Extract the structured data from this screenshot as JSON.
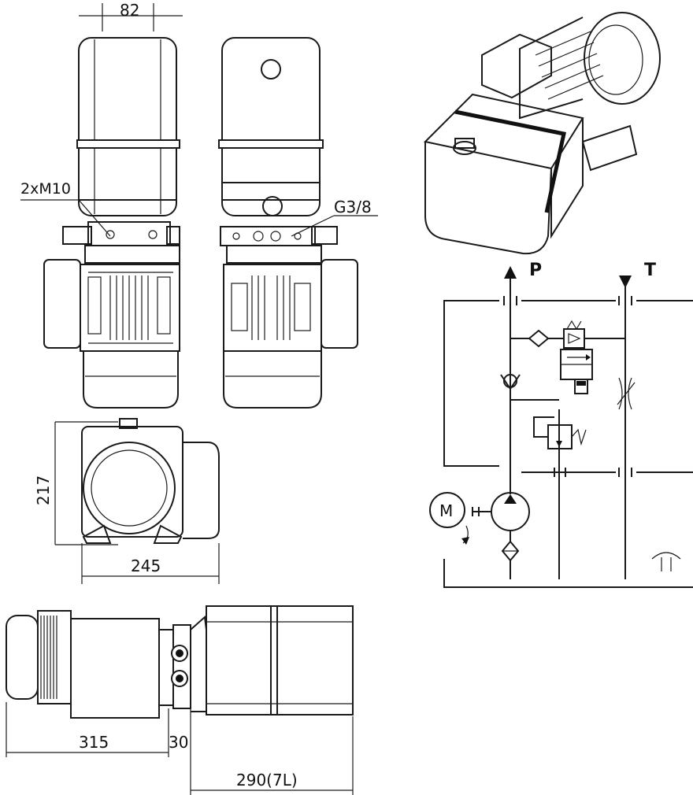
{
  "dimensions": {
    "width_top": "82",
    "mounting_bolts": "2xM10",
    "port_thread": "G3/8",
    "height_side": "217",
    "width_side": "245",
    "length_motor": "315",
    "length_block": "30",
    "length_tank": "290(7L)"
  },
  "schematic": {
    "pressure_port": "P",
    "tank_port": "T",
    "motor_symbol": "M"
  }
}
